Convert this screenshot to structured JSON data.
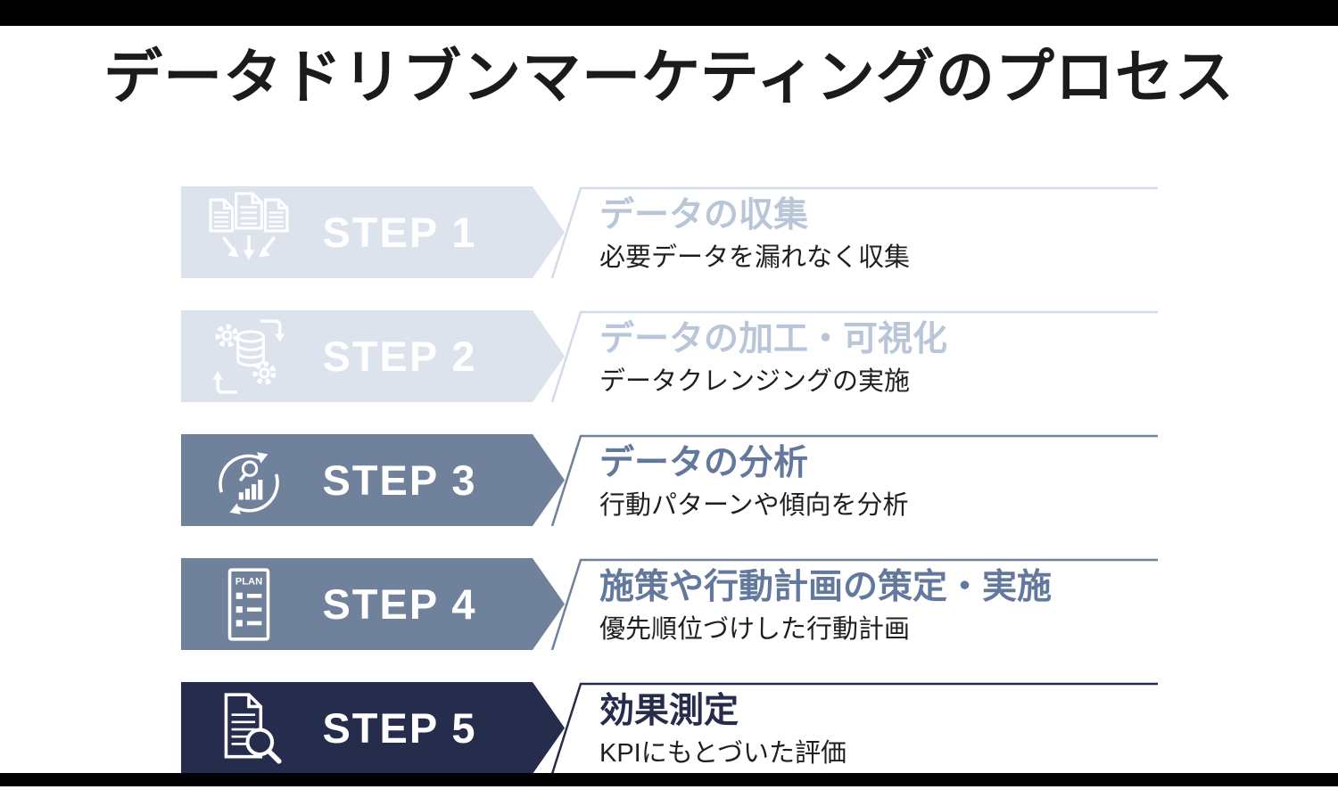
{
  "title": "データドリブンマーケティングのプロセス",
  "colors": {
    "frame_black": "#000000",
    "heading_text": "#1b1b1b",
    "band_light": "#dce3ed",
    "line_light": "#d2dbe8",
    "band_medium": "#6f819b",
    "band_dark": "#262c4c",
    "title_light": "#b9c6d8",
    "title_medium": "#62789c",
    "title_dark": "#262c4c",
    "subtitle_text": "#1f1f1f",
    "step_text": "#ffffff"
  },
  "steps": [
    {
      "label": "STEP 1",
      "title": "データの収集",
      "subtitle": "必要データを漏れなく収集",
      "icon": "documents-download-icon",
      "tone": "light"
    },
    {
      "label": "STEP 2",
      "title": "データの加工・可視化",
      "subtitle": "データクレンジングの実施",
      "icon": "database-gears-icon",
      "tone": "light"
    },
    {
      "label": "STEP 3",
      "title": "データの分析",
      "subtitle": "行動パターンや傾向を分析",
      "icon": "analysis-cycle-icon",
      "tone": "medium"
    },
    {
      "label": "STEP 4",
      "title": "施策や行動計画の策定・実施",
      "subtitle": "優先順位づけした行動計画",
      "icon": "plan-checklist-icon",
      "tone": "medium",
      "icon_text": "PLAN"
    },
    {
      "label": "STEP 5",
      "title": "効果測定",
      "subtitle": "KPIにもとづいた評価",
      "icon": "report-magnifier-icon",
      "tone": "dark"
    }
  ]
}
